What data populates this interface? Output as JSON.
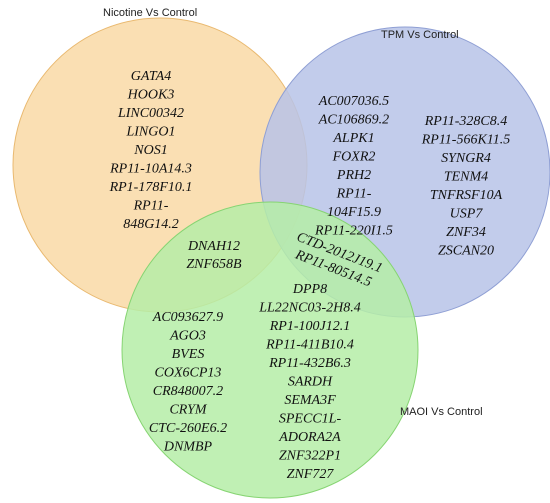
{
  "sets": [
    {
      "id": "nicotine",
      "label": "Nicotine Vs Control",
      "color": "#f9d9a6",
      "stroke": "#e9b970"
    },
    {
      "id": "tpm",
      "label": "TPM Vs Control",
      "color": "#b7c3e8",
      "stroke": "#8f9fd4"
    },
    {
      "id": "maoi",
      "label": "MAOI Vs Control",
      "color": "#b5eda7",
      "stroke": "#86d472"
    }
  ],
  "regions": {
    "nicotine_only": [
      "GATA4",
      "HOOK3",
      "LINC00342",
      "LINGO1",
      "NOS1",
      "RP11-10A14.3",
      "RP1-178F10.1",
      "RP11-",
      "848G14.2"
    ],
    "tpm_only_col1": [
      "AC007036.5",
      "AC106869.2",
      "ALPK1",
      "FOXR2",
      "PRH2",
      "RP11-",
      "104F15.9",
      "RP11-220I1.5"
    ],
    "tpm_only_col2": [
      "RP11-328C8.4",
      "RP11-566K11.5",
      "SYNGR4",
      "TENM4",
      "TNFRSF10A",
      "USP7",
      "ZNF34",
      "ZSCAN20"
    ],
    "nicotine_maoi": [
      "DNAH12",
      "ZNF658B"
    ],
    "tpm_maoi": [
      "CTD-2012J19.1",
      "RP11-80514.5"
    ],
    "maoi_only_col1": [
      "AC093627.9",
      "AGO3",
      "BVES",
      "COX6CP13",
      "CR848007.2",
      "CRYM",
      "CTC-260E6.2",
      "DNMBP"
    ],
    "maoi_only_col2": [
      "DPP8",
      "LL22NC03-2H8.4",
      "RP1-100J12.1",
      "RP11-411B10.4",
      "RP11-432B6.3",
      "SARDH",
      "SEMA3F",
      "SPECC1L-",
      "ADORA2A",
      "ZNF322P1",
      "ZNF727"
    ]
  }
}
